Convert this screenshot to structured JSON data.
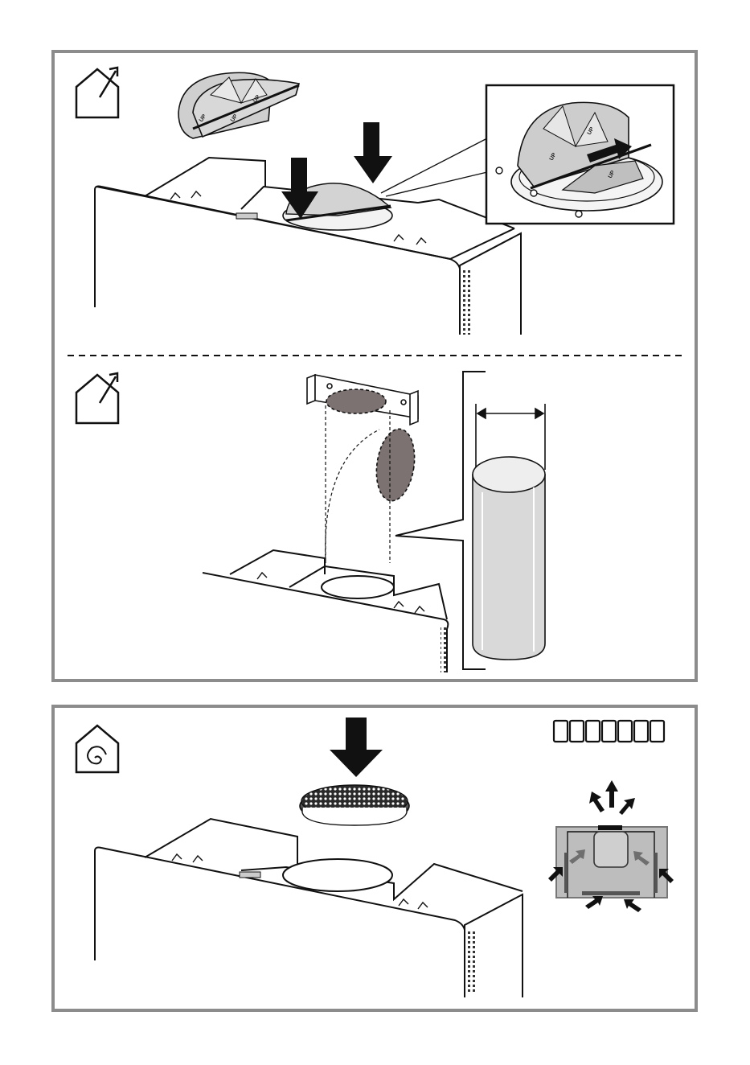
{
  "diagram": {
    "damper_labels": [
      "UP",
      "UP",
      "UP",
      "UP",
      "UP",
      "UP"
    ],
    "filter_count": 7,
    "colors": {
      "frame": "#8c8c8c",
      "line": "#111111",
      "seal": "#7d7272",
      "pipe": "#d9d9d9",
      "filter_box": "#bdbdbd",
      "arrow_dark": "#111111",
      "arrow_gray": "#6f6f6f"
    },
    "icons": [
      "ducted-mode-icon",
      "ducted-mode-icon",
      "recirculation-mode-icon"
    ]
  }
}
